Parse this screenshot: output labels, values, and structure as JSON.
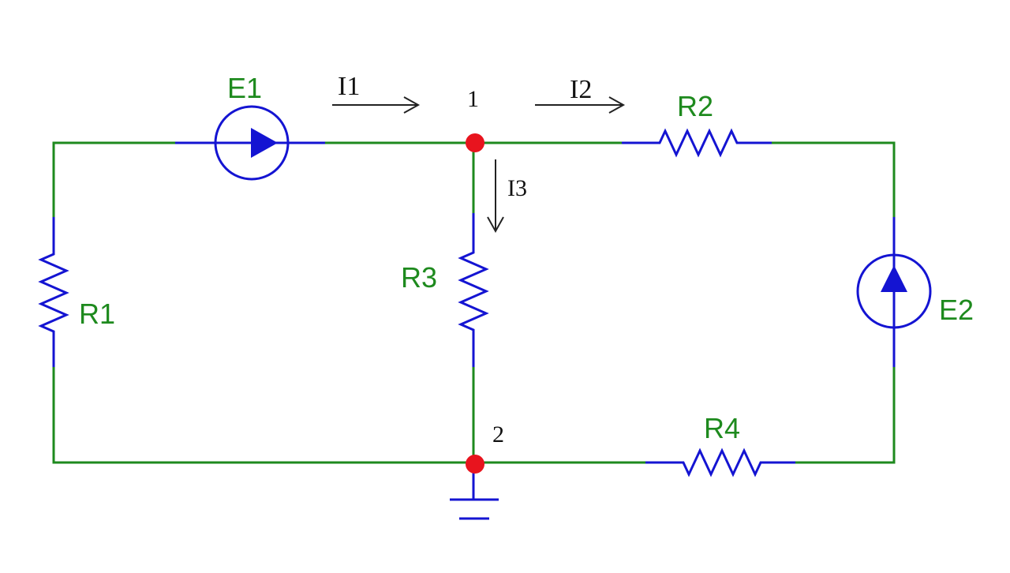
{
  "colors": {
    "wire": "#1e8a1e",
    "component": "#1414d2",
    "label": "#1e8a1e",
    "node": "#e8141e",
    "text": "#111111"
  },
  "components": {
    "R1": "R1",
    "R2": "R2",
    "R3": "R3",
    "R4": "R4",
    "E1": "E1",
    "E2": "E2"
  },
  "currents": {
    "I1": "I1",
    "I2": "I2",
    "I3": "I3"
  },
  "nodes": {
    "n1": "1",
    "n2": "2"
  },
  "icons": {
    "ground": "ground-icon",
    "node": "node-dot-icon",
    "source": "current-source-icon",
    "resistor": "resistor-icon"
  }
}
